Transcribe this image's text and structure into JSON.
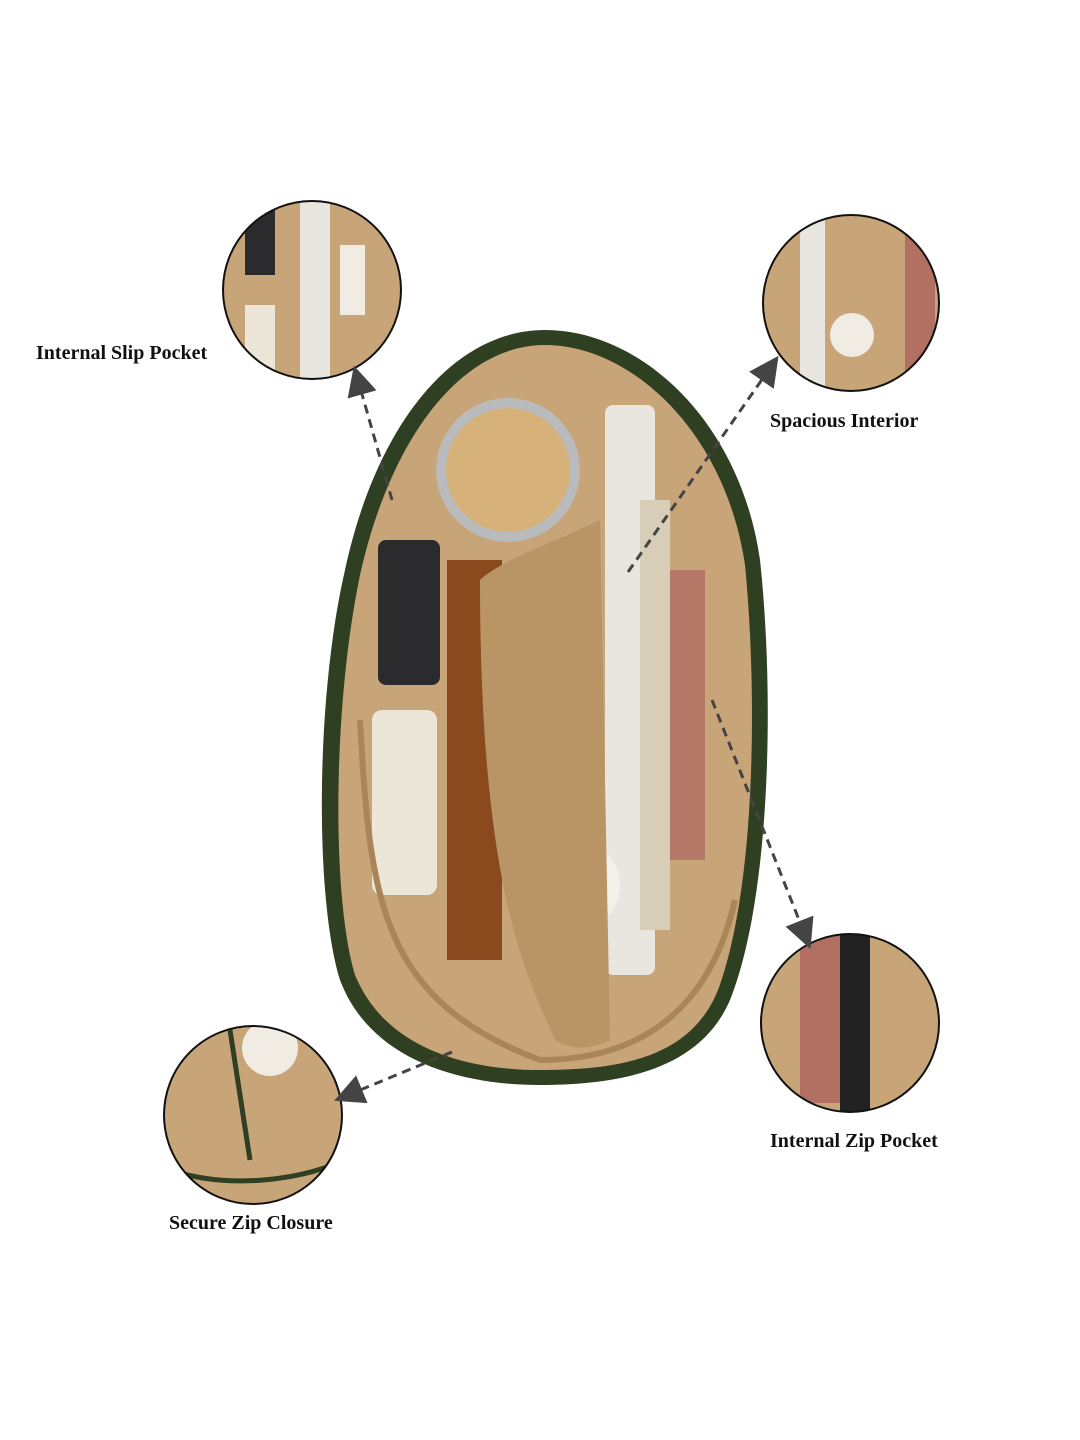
{
  "features": [
    {
      "label": "Internal Slip Pocket"
    },
    {
      "label": "Spacious Interior"
    },
    {
      "label": "Internal Zip Pocket"
    },
    {
      "label": "Secure Zip Closure"
    }
  ],
  "colors": {
    "bag_outline": "#2f3f22",
    "lining": "#c8a479",
    "lining_dark": "#a98558",
    "arrow": "#444444"
  }
}
